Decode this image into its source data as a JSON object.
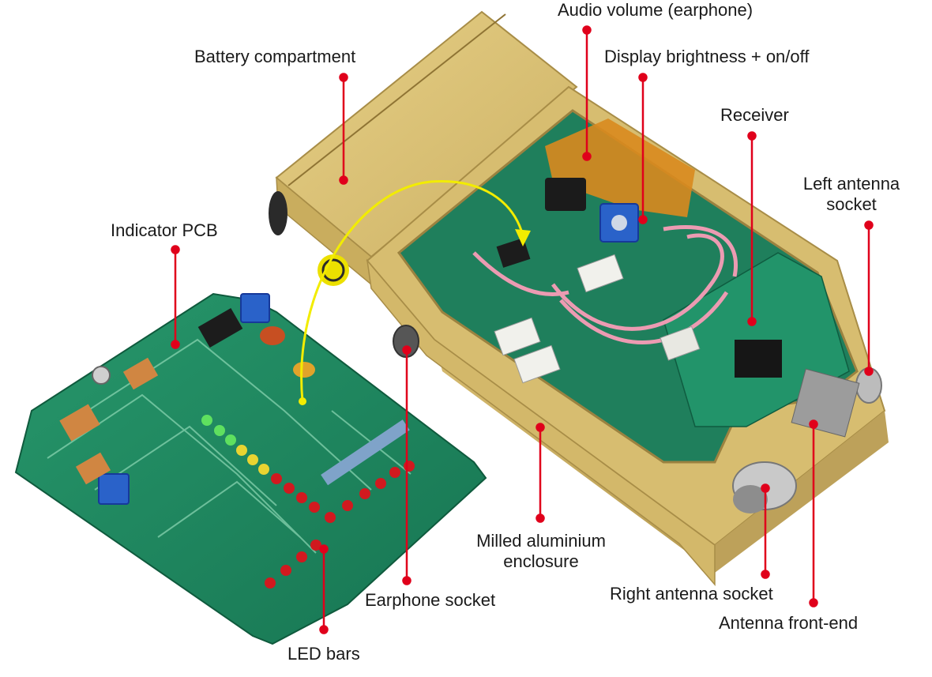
{
  "callouts": {
    "audio_volume": "Audio volume (earphone)",
    "battery_compartment": "Battery compartment",
    "display_brightness": "Display brightness + on/off",
    "receiver": "Receiver",
    "left_antenna_line1": "Left antenna",
    "left_antenna_line2": "socket",
    "indicator_pcb": "Indicator PCB",
    "milled_enclosure_line1": "Milled aluminium",
    "milled_enclosure_line2": "enclosure",
    "earphone_socket": "Earphone socket",
    "right_antenna_socket": "Right antenna socket",
    "antenna_front_end": "Antenna front-end",
    "led_bars": "LED bars"
  },
  "colors": {
    "callout_line": "#e0001b",
    "arrow": "#f2ec00",
    "enclosure": "#d9bf72",
    "enclosure_dark": "#b99e55",
    "pcb": "#1f8c63",
    "pcb_dark": "#136645"
  }
}
